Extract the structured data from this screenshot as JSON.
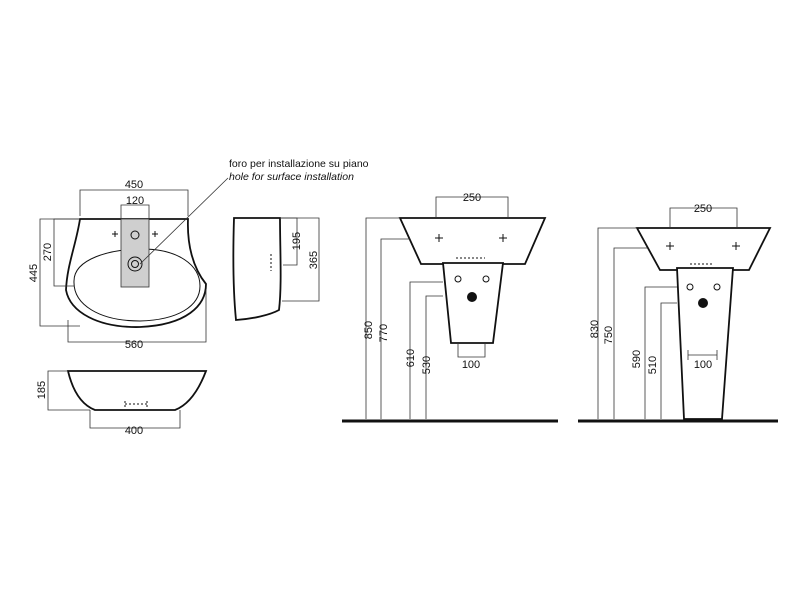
{
  "note": {
    "it": "foro per installazione su piano",
    "en": "hole for surface installation"
  },
  "top_view": {
    "width_top": "450",
    "hole": "120",
    "width_bottom": "560",
    "depth": "445",
    "inner": "270"
  },
  "side_view": {
    "upper": "195",
    "total": "365"
  },
  "front_view": {
    "height": "185",
    "width": "400"
  },
  "pedestal_a": {
    "top": "250",
    "overall": "850",
    "rim": "770",
    "column": "610",
    "outlet": "530",
    "base": "100"
  },
  "pedestal_b": {
    "top": "250",
    "overall": "830",
    "rim": "750",
    "column": "590",
    "outlet": "510",
    "base": "100"
  }
}
